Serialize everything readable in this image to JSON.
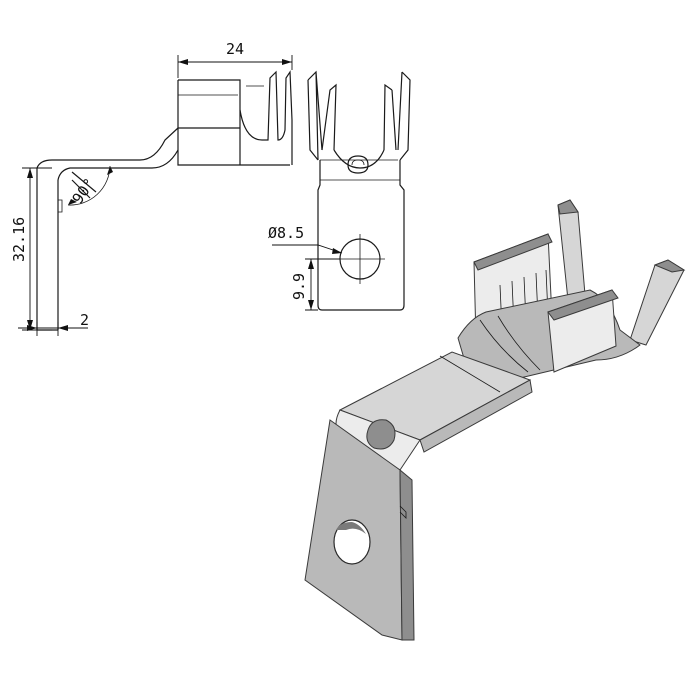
{
  "drawing": {
    "dimensions": {
      "width_top": "24",
      "height_side": "32.16",
      "thickness": "2",
      "angle": "90°",
      "hole_diameter": "Ø8.5",
      "hole_offset": "9.9"
    },
    "colors": {
      "line": "#1a1a1a",
      "metal_mid": "#b9b9b9",
      "metal_light": "#d6d6d6",
      "metal_dark": "#8e8e8e"
    }
  }
}
